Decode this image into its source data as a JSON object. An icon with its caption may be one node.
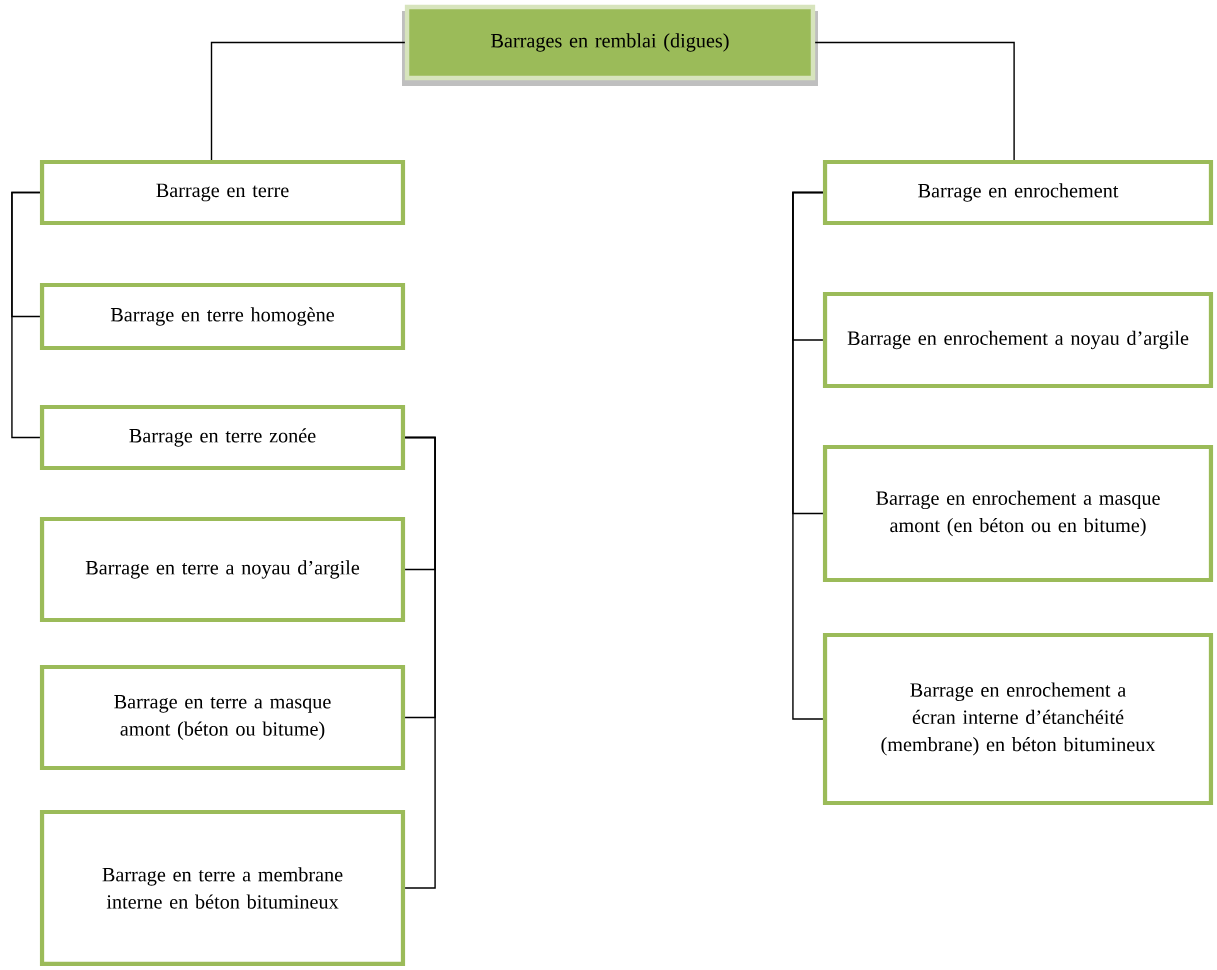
{
  "diagram": {
    "nodes": [
      {
        "text": [
          "Barrages en remblai (digues)"
        ]
      },
      {
        "text": [
          "Barrage en terre"
        ]
      },
      {
        "text": [
          "Barrage en terre homogène"
        ]
      },
      {
        "text": [
          "Barrage en terre zonée"
        ]
      },
      {
        "text": [
          "Barrage en terre a noyau d’argile"
        ]
      },
      {
        "text": [
          "Barrage en terre a masque amont (béton ou bitume)"
        ]
      },
      {
        "text": [
          "Barrage en terre a membrane interne en béton bitumineux"
        ]
      },
      {
        "text": [
          "Barrage en enrochement"
        ]
      },
      {
        "text": [
          "Barrage en enrochement a noyau d’argile"
        ]
      },
      {
        "text": [
          "Barrage en enrochement a masque amont (en béton ou en bitume)"
        ]
      },
      {
        "text": [
          "Barrage en enrochement a écran interne d’étanchéité (membrane) en béton bitumineux"
        ]
      }
    ],
    "edges": [
      {
        "from": 0,
        "to": 1,
        "arrow": "none"
      },
      {
        "from": 0,
        "to": 7,
        "arrow": "none"
      },
      {
        "from": 1,
        "to": 2,
        "arrow": "none"
      },
      {
        "from": 1,
        "to": 3,
        "arrow": "none"
      },
      {
        "from": 3,
        "to": 4,
        "arrow": "none"
      },
      {
        "from": 3,
        "to": 5,
        "arrow": "none"
      },
      {
        "from": 3,
        "to": 6,
        "arrow": "none"
      },
      {
        "from": 7,
        "to": 8,
        "arrow": "none"
      },
      {
        "from": 7,
        "to": 9,
        "arrow": "none"
      },
      {
        "from": 7,
        "to": 10,
        "arrow": "none"
      }
    ]
  }
}
